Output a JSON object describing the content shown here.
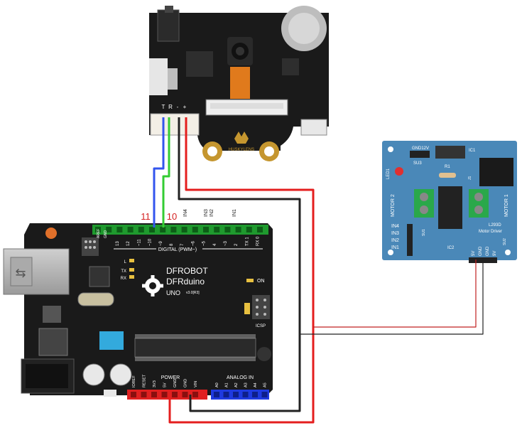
{
  "husky": {
    "brand": "HUSKYLENS",
    "pins": [
      "T",
      "R",
      "-",
      "+"
    ]
  },
  "arduino": {
    "brand_line1": "DFROBOT",
    "brand_line2": "DFRduino",
    "model": "UNO",
    "version": "v3.0[R3]",
    "digital_label": "DIGITAL (PWM~)",
    "power_label": "POWER",
    "analog_label": "ANALOG IN",
    "on_label": "ON",
    "icsp_label": "ICSP",
    "aref": "AREF",
    "gnd": "GND",
    "digital_pins": [
      "13",
      "12",
      "~11",
      "~10",
      "~9",
      "8",
      "7",
      "~6",
      "~5",
      "4",
      "~3",
      "2",
      "TX 1",
      "RX 0"
    ],
    "led_labels": [
      "L",
      "TX",
      "RX"
    ],
    "power_pins": [
      "IOREF",
      "RESET",
      "3V3",
      "5V",
      "GND",
      "GND",
      "VIN"
    ],
    "analog_pins": [
      "A0",
      "A1",
      "A2",
      "A3",
      "A4",
      "A5"
    ]
  },
  "annotations": {
    "pin11": "11",
    "pin10": "10",
    "in4": "IN4",
    "in3": "IN3",
    "in2": "IN2",
    "in1": "IN1"
  },
  "motor_driver": {
    "gnd12v": "GND12V",
    "ic1": "IC1",
    "su3": "SU3",
    "r1": "R1",
    "led1": "LED1",
    "j1": "J1",
    "motor2": "MOTOR 2",
    "motor1": "MOTOR 1",
    "l293d": "L293D",
    "title": "Motor Driver",
    "ic2": "IC2",
    "su1": "SU1",
    "su2": "SU2",
    "inputs": [
      "IN4",
      "IN3",
      "IN2",
      "IN1"
    ],
    "power_pins": [
      "5V",
      "GND",
      "GND",
      "9V"
    ]
  },
  "colors": {
    "wire_red": "#e41e1e",
    "wire_black": "#222222",
    "wire_green": "#33cc33",
    "wire_blue": "#3355ee",
    "board_blue": "#4a88b8",
    "label_red": "#d42020"
  }
}
